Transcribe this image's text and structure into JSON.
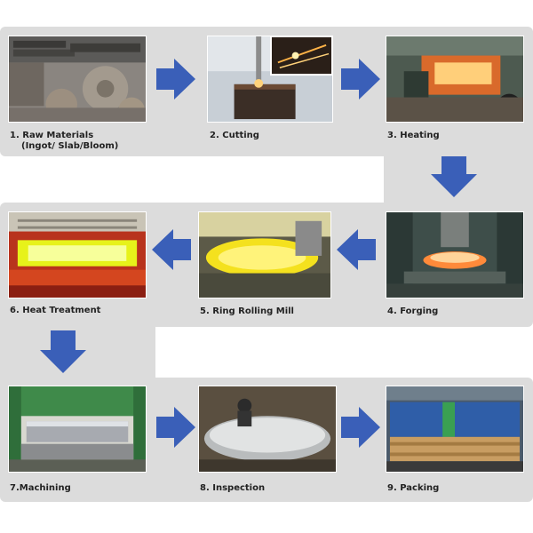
{
  "steps": [
    {
      "label": "1. Raw Materials",
      "sublabel": "(Ingot/ Slab/Bloom)"
    },
    {
      "label": "2. Cutting"
    },
    {
      "label": "3. Heating"
    },
    {
      "label": "4. Forging"
    },
    {
      "label": "5. Ring Rolling Mill"
    },
    {
      "label": "6. Heat Treatment"
    },
    {
      "label": "7.Machining"
    },
    {
      "label": "8. Inspection"
    },
    {
      "label": "9. Packing"
    }
  ],
  "colors": {
    "arrow": "#3a5fb8",
    "panel": "#dcdcdc"
  }
}
